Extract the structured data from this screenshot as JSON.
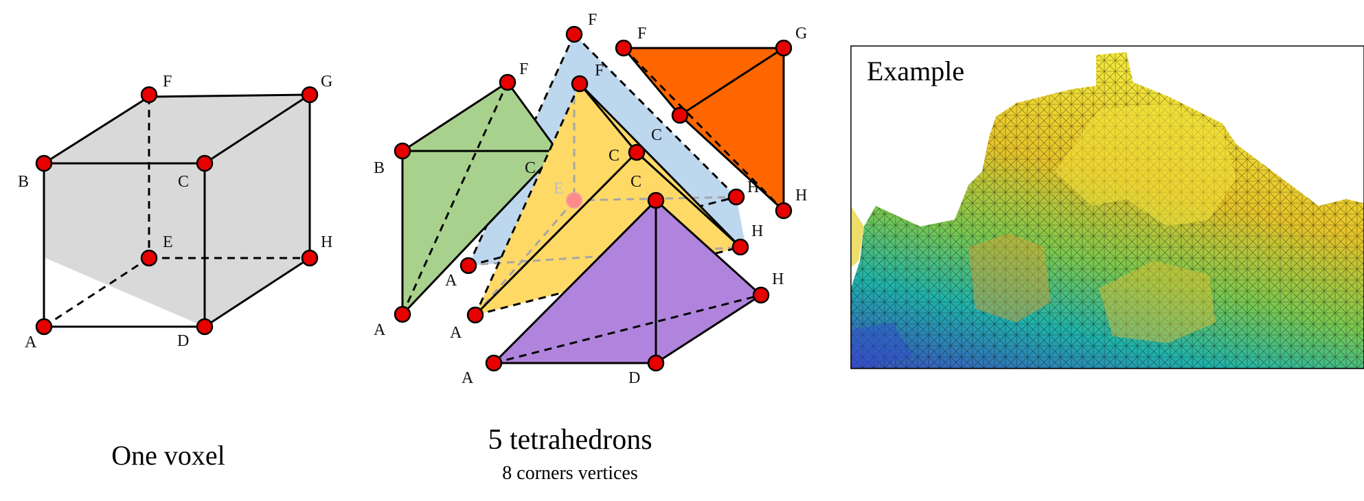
{
  "panels": {
    "voxel": {
      "caption": "One voxel",
      "labels": [
        "A",
        "B",
        "C",
        "D",
        "E",
        "F",
        "G",
        "H"
      ]
    },
    "tetra": {
      "caption": "5 tetrahedrons",
      "subcaption": "8 corners vertices",
      "labels": {
        "green": [
          "A",
          "B",
          "C",
          "F"
        ],
        "blue": [
          "A",
          "F",
          "C",
          "H"
        ],
        "yellow": [
          "A",
          "F",
          "C",
          "E",
          "H"
        ],
        "orange": [
          "F",
          "G",
          "C",
          "H"
        ],
        "purple": [
          "A",
          "C",
          "D",
          "H"
        ]
      }
    },
    "example": {
      "title": "Example"
    }
  },
  "colors": {
    "cube_face": "#d9d9d9",
    "vertex": "#e60000",
    "green": "#a9d18e",
    "blue": "#bdd7ee",
    "yellow": "#ffd966",
    "orange": "#ff6600",
    "purple": "#b084dc"
  }
}
